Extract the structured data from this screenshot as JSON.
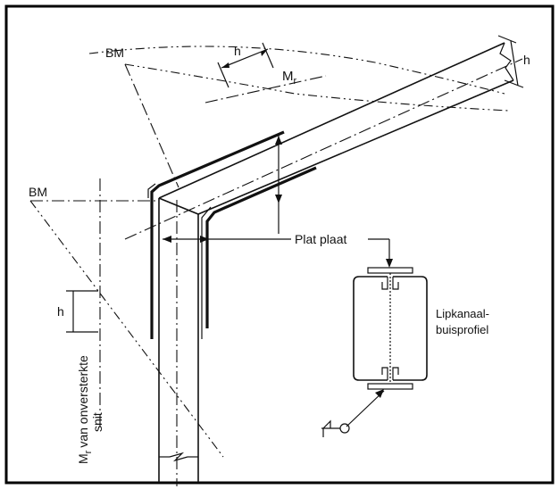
{
  "labels": {
    "bm_top": "BM",
    "bm_left": "BM",
    "h_top": "h",
    "h_right": "h",
    "h_left": "h",
    "mr_top": "M",
    "mr_top_sub": "r",
    "mr_left_line1": "M",
    "mr_left_sub": "r",
    "mr_left_rest": "van onversterkte",
    "mr_left_line2": "snit",
    "plat_plaat": "Plat plaat",
    "lipkanaal_line1": "Lipkanaal-",
    "lipkanaal_line2": "buisprofiel"
  },
  "colors": {
    "ink": "#111111",
    "background": "#ffffff",
    "frame": "#000000"
  }
}
